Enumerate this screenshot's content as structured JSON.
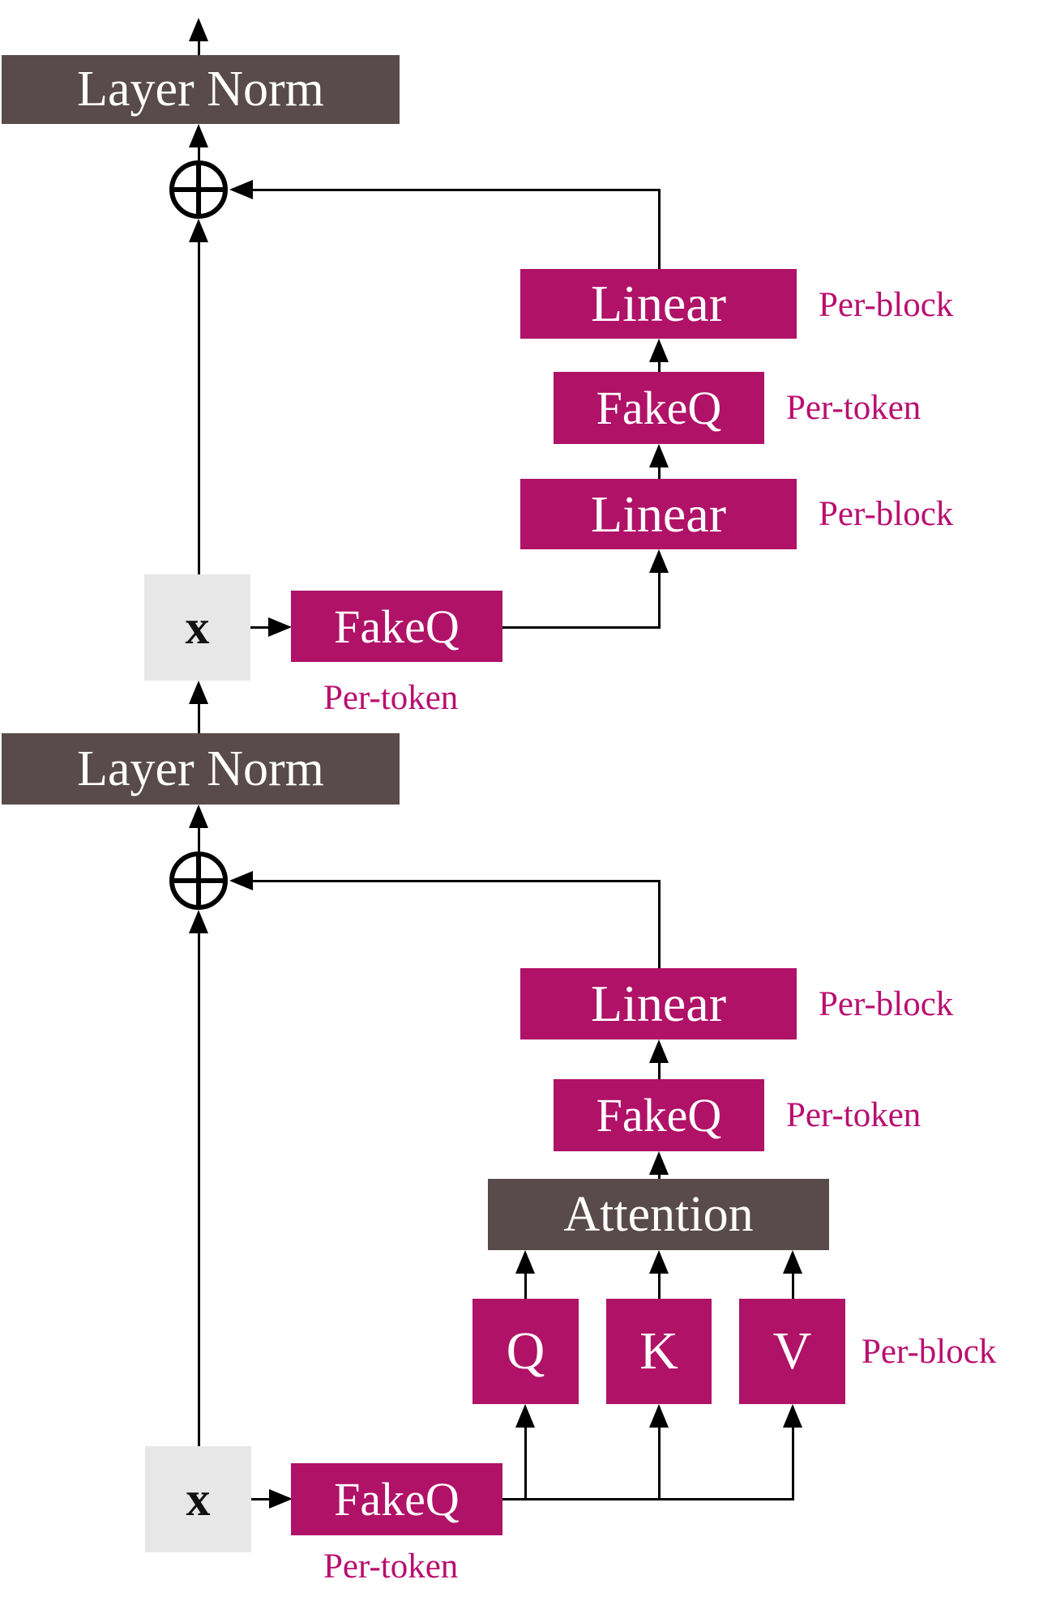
{
  "colors": {
    "box_magenta": "#b01267",
    "annotation_magenta": "#b90f70",
    "box_dark": "#594a4b",
    "box_gray": "#e8e7e7",
    "line_black": "#000000",
    "text_on_fill": "#ffffff"
  },
  "mlp_block": {
    "layer_norm": {
      "label": "Layer Norm"
    },
    "linear_out": {
      "label": "Linear",
      "annotation": "Per-block"
    },
    "fakeq_hidden": {
      "label": "FakeQ",
      "annotation": "Per-token"
    },
    "linear_in": {
      "label": "Linear",
      "annotation": "Per-block"
    },
    "input": {
      "label": "x"
    },
    "fakeq_input": {
      "label": "FakeQ",
      "annotation": "Per-token"
    }
  },
  "attention_block": {
    "layer_norm": {
      "label": "Layer Norm"
    },
    "linear_out": {
      "label": "Linear",
      "annotation": "Per-block"
    },
    "fakeq_out": {
      "label": "FakeQ",
      "annotation": "Per-token"
    },
    "attention": {
      "label": "Attention"
    },
    "q": {
      "label": "Q"
    },
    "k": {
      "label": "K"
    },
    "v": {
      "label": "V"
    },
    "qkv_annotation": "Per-block",
    "input": {
      "label": "x"
    },
    "fakeq_input": {
      "label": "FakeQ",
      "annotation": "Per-token"
    }
  }
}
